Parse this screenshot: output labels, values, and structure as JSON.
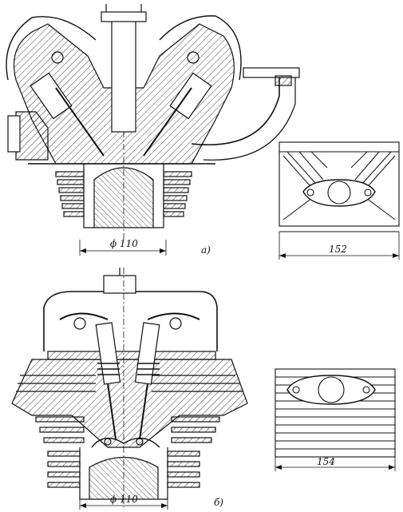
{
  "figure_a": {
    "diameter_label": "ϕ 110",
    "width_label": "152",
    "panel_label": "a)"
  },
  "figure_b": {
    "diameter_label": "ϕ 110",
    "width_label": "154",
    "panel_label": "б)"
  },
  "colors": {
    "ink": "#111111",
    "paper": "#ffffff"
  }
}
